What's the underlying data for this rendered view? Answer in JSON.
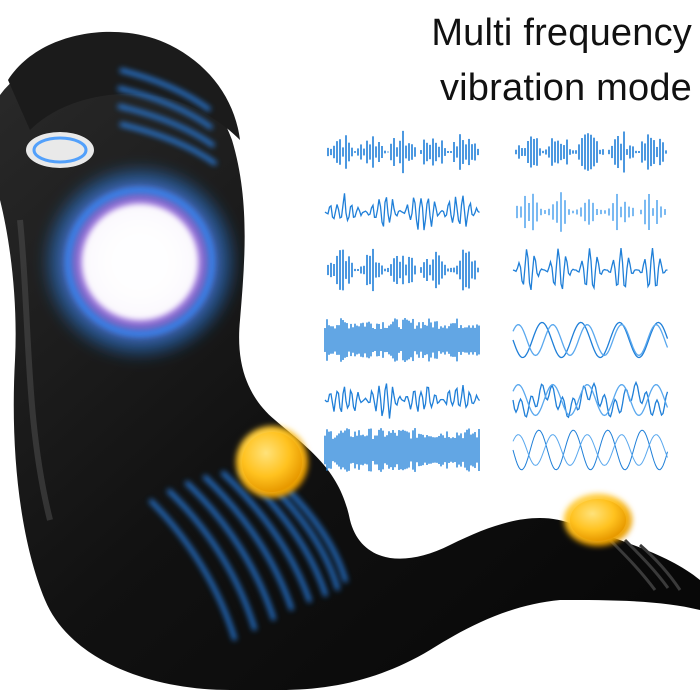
{
  "headline": {
    "line1": "Multi frequency",
    "line2": "vibration mode"
  },
  "colors": {
    "wave": "#1f7fd8",
    "wave_light": "#5aa8ee",
    "device_body": "#141414",
    "device_highlight": "#3a3a3a",
    "glow_blue": "#2c8dff",
    "glow_violet": "#b77bff",
    "motor_yellow": "#ffc21f"
  },
  "waveforms": [
    "waveform-1",
    "waveform-2",
    "waveform-3",
    "waveform-4",
    "waveform-5",
    "waveform-6",
    "waveform-7",
    "waveform-8",
    "waveform-9",
    "waveform-10",
    "waveform-11",
    "waveform-12"
  ]
}
